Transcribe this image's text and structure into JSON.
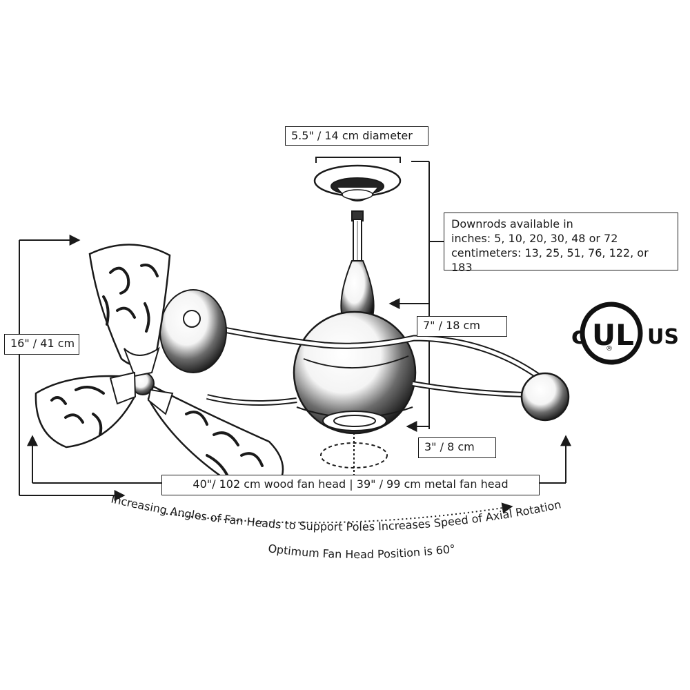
{
  "labels": {
    "diameter": "5.5\" / 14 cm diameter",
    "downrods": {
      "line1": "Downrods available in",
      "line2": "inches: 5, 10, 20, 30, 48 or 72",
      "line3": "centimeters: 13, 25, 51, 76, 122, or 183"
    },
    "body_height": "7\" / 18 cm",
    "blade_height": "16\" / 41 cm",
    "bottom_height": "3\" / 8 cm",
    "width": "40\"/ 102 cm  wood fan head  |  39\" / 99 cm  metal fan head"
  },
  "rotation_text": {
    "line1": "Increasing Angles of Fan Heads to Support Poles Increases Speed of Axial Rotation",
    "line2": "Optimum Fan Head Position is 60°"
  },
  "ul_mark": {
    "left": "c",
    "center": "UL",
    "right": "US",
    "registered": "®"
  }
}
